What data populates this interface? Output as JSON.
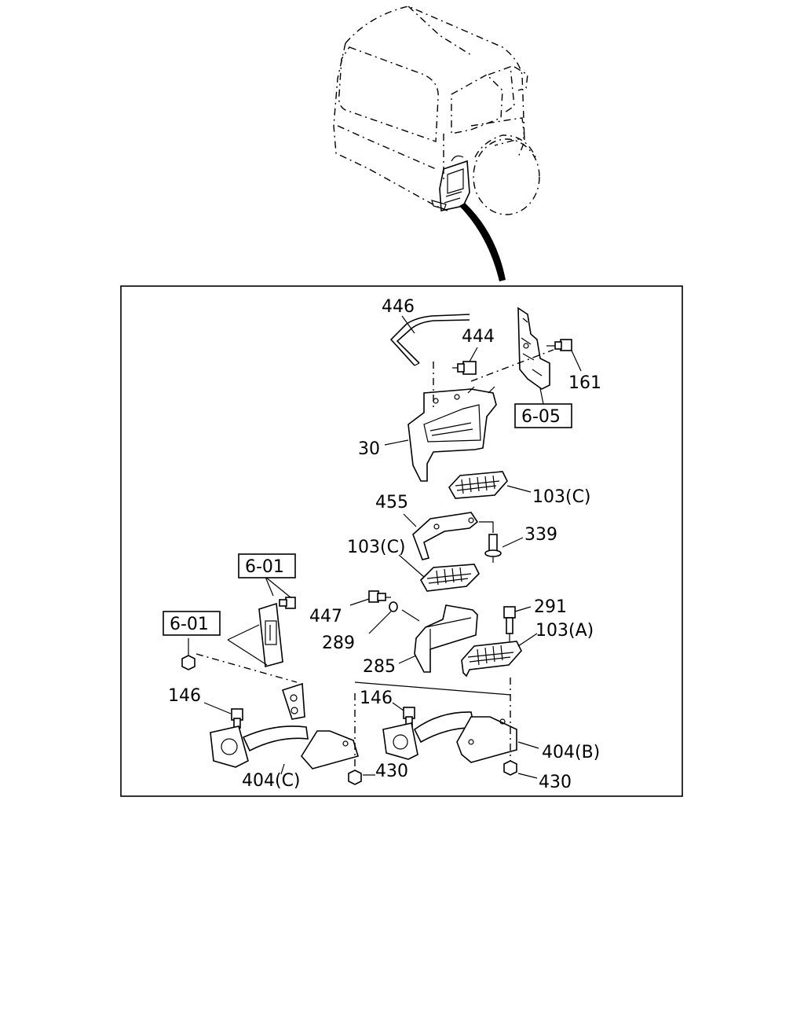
{
  "callouts": {
    "c446": "446",
    "c444": "444",
    "c161": "161",
    "c30": "30",
    "c103c_top": "103(C)",
    "c455": "455",
    "c339": "339",
    "c103c_mid": "103(C)",
    "c447": "447",
    "c289": "289",
    "c291": "291",
    "c103a": "103(A)",
    "c285": "285",
    "c146_left": "146",
    "c146_right": "146",
    "c404c": "404(C)",
    "c404b": "404(B)",
    "c430_left": "430",
    "c430_right": "430"
  },
  "refs": {
    "r605": "6-05",
    "r601_top": "6-01",
    "r601_left": "6-01"
  }
}
